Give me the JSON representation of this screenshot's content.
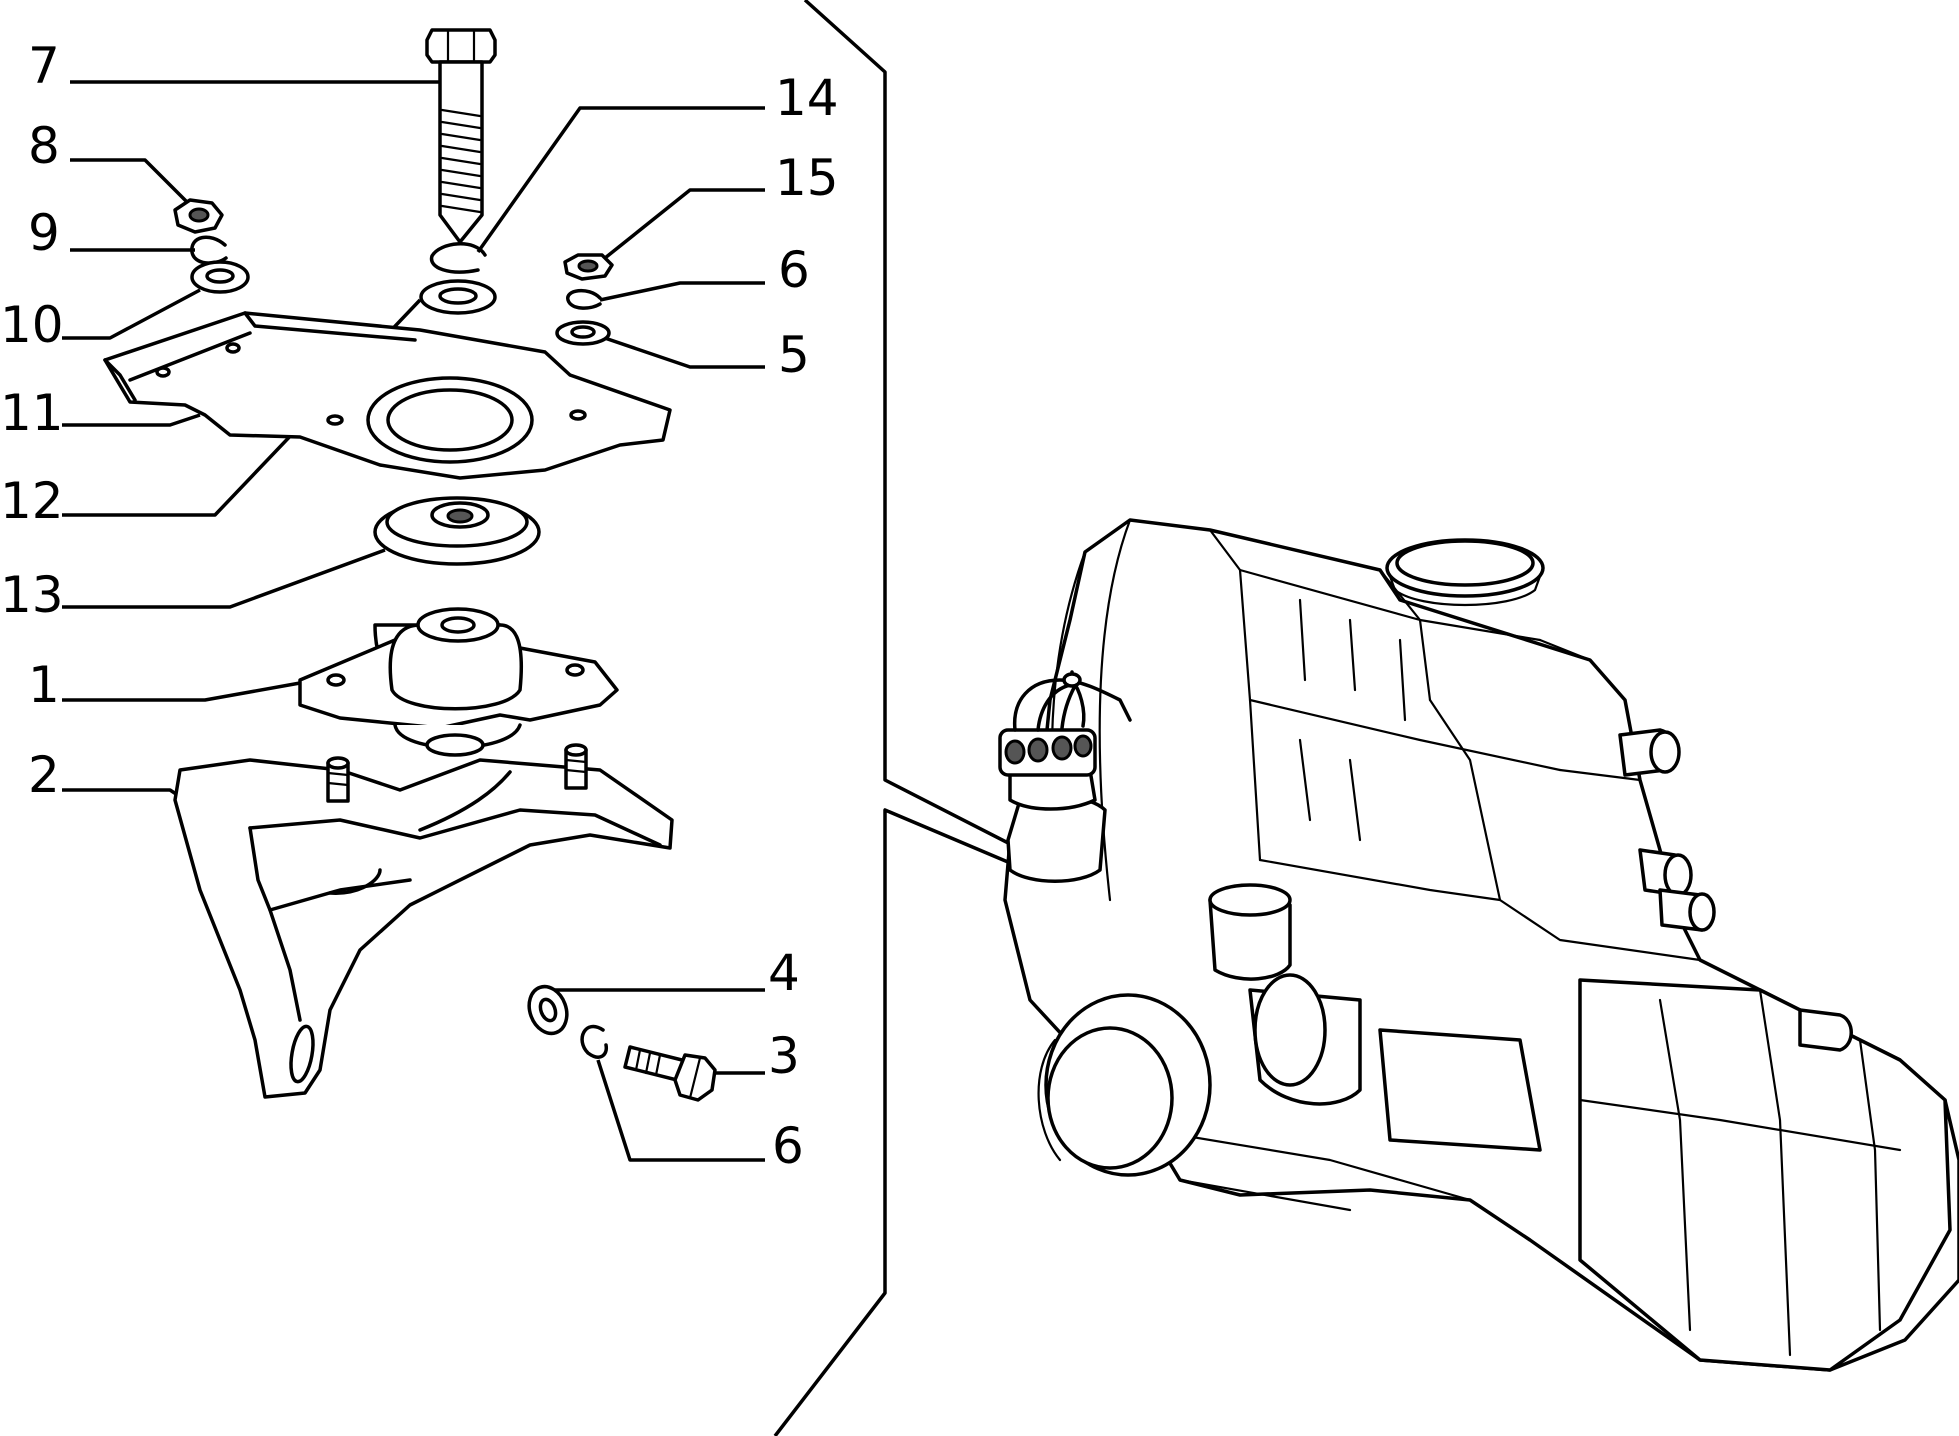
{
  "diagram": {
    "labels": {
      "p1": "1",
      "p2": "2",
      "p3": "3",
      "p4": "4",
      "p5": "5",
      "p6a": "6",
      "p6b": "6",
      "p7": "7",
      "p8": "8",
      "p9": "9",
      "p10": "10",
      "p11": "11",
      "p12": "12",
      "p13": "13",
      "p14": "14",
      "p15": "15"
    }
  }
}
